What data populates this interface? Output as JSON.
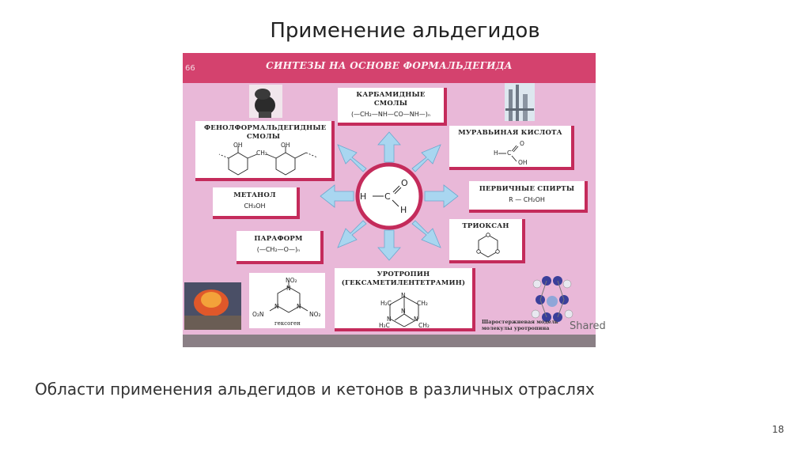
{
  "slide": {
    "title": "Применение альдегидов",
    "caption": "Области применения альдегидов и кетонов в различных отраслях",
    "number": "18",
    "watermark": "Shared"
  },
  "poster": {
    "page_number": "66",
    "header": "СИНТЕЗЫ НА ОСНОВЕ ФОРМАЛЬДЕГИДА",
    "center": {
      "h_left": "H",
      "c": "C",
      "o": "O",
      "h_bottom": "H"
    },
    "boxes": {
      "carbamide": {
        "title": "КАРБАМИДНЫЕ СМОЛЫ",
        "formula": "(—CH₂—NH—CO—NH—)ₙ"
      },
      "phenol": {
        "title": "ФЕНОЛФОРМАЛЬДЕГИДНЫЕ СМОЛЫ",
        "oh1": "OH",
        "oh2": "OH",
        "ch2": "CH₂"
      },
      "formic": {
        "title": "МУРАВЬИНАЯ КИСЛОТА",
        "h": "H",
        "c": "C",
        "o": "O",
        "oh": "OH"
      },
      "methanol": {
        "title": "МЕТАНОЛ",
        "formula": "CH₃OH"
      },
      "primary": {
        "title": "ПЕРВИЧНЫЕ СПИРТЫ",
        "formula": "R — CH₂OH"
      },
      "paraform": {
        "title": "ПАРАФОРМ",
        "formula": "(—CH₂—O—)ₙ"
      },
      "trioxane": {
        "title": "ТРИОКСАН"
      },
      "urotropin": {
        "title": "УРОТРОПИН (ГЕКСАМЕТИЛЕНТЕТРАМИН)",
        "n": "N",
        "h2c": "H₂C",
        "ch2": "CH₂"
      },
      "hexogen": {
        "label": "гексоген",
        "no2": "NO₂",
        "o2n": "O₂N",
        "n": "N"
      }
    },
    "photo_caption": "Шаростержневая модель молекулы уротропина"
  }
}
